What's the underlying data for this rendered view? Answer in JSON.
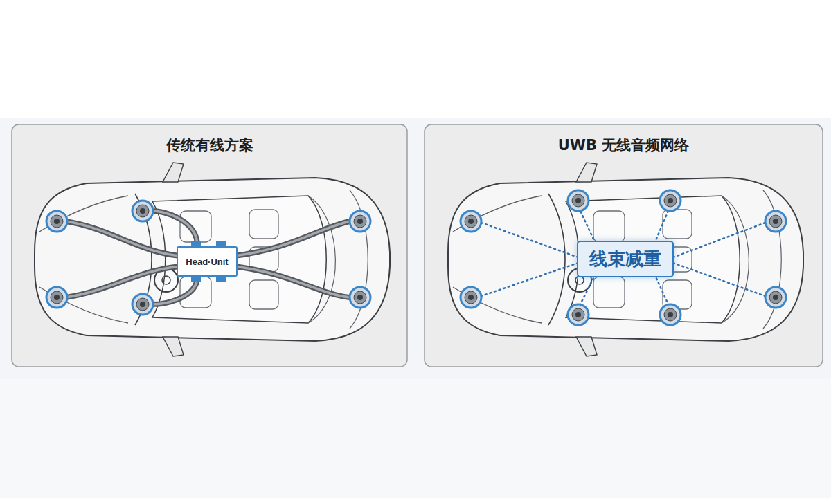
{
  "diagram": {
    "nodes": [
      {
        "text": [
          "传统有线方案"
        ]
      },
      {
        "text": [
          "Head·Unit"
        ],
        "in": 0
      },
      {
        "text": [
          "UWB 无线音频网络"
        ]
      },
      {
        "text": [
          "线束减重"
        ],
        "in": 2
      }
    ]
  }
}
